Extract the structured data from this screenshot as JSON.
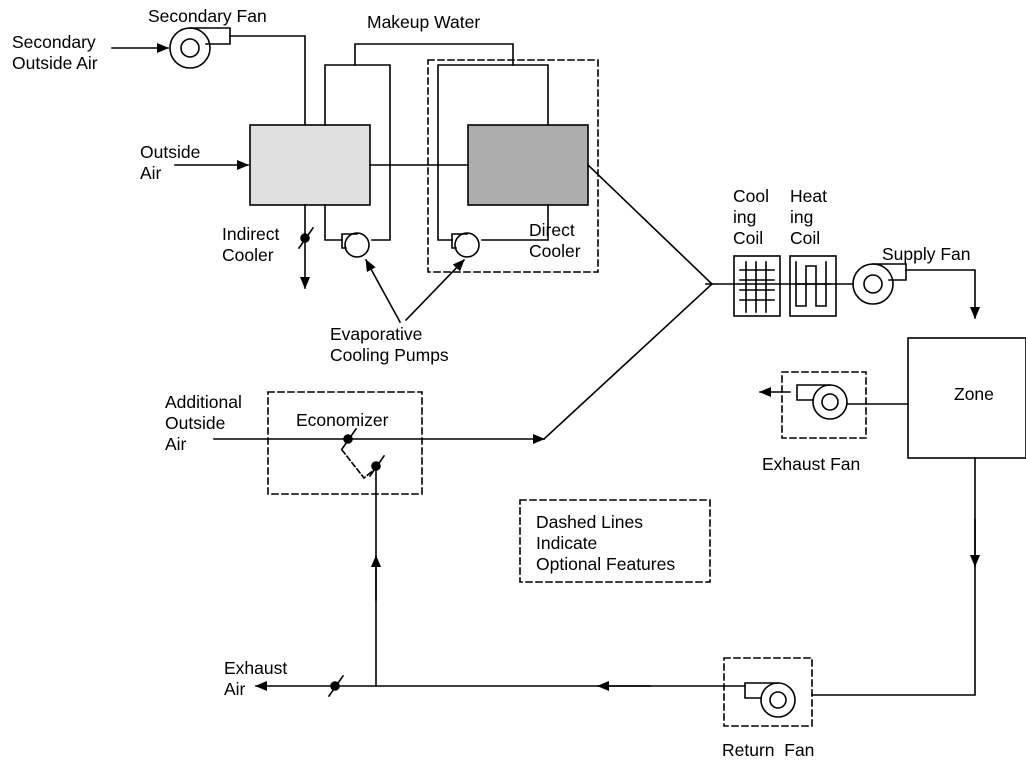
{
  "colors": {
    "line": "#000000",
    "background": "#ffffff",
    "indirect_cooler_fill": "#e0e0e0",
    "direct_cooler_fill": "#adadad"
  },
  "labels": {
    "secondary_fan": "Secondary Fan",
    "secondary_outside_air": "Secondary\nOutside Air",
    "makeup_water": "Makeup Water",
    "outside_air": "Outside\nAir",
    "indirect_cooler": "Indirect\nCooler",
    "direct_cooler": "Direct\nCooler",
    "evaporative_cooling_pumps": "Evaporative\nCooling Pumps",
    "cooling_coil": "Cool\ning\nCoil",
    "heating_coil": "Heat\ning\nCoil",
    "supply_fan": "Supply Fan",
    "zone": "Zone",
    "exhaust_fan": "Exhaust Fan",
    "additional_outside_air": "Additional\nOutside\nAir",
    "economizer": "Economizer",
    "legend_note": "Dashed Lines\nIndicate\nOptional Features",
    "exhaust_air": "Exhaust\nAir",
    "return_fan": "Return  Fan"
  },
  "icons": [
    "fan-icon",
    "pump-icon",
    "damper-icon",
    "coil-icon",
    "arrow-icon"
  ]
}
